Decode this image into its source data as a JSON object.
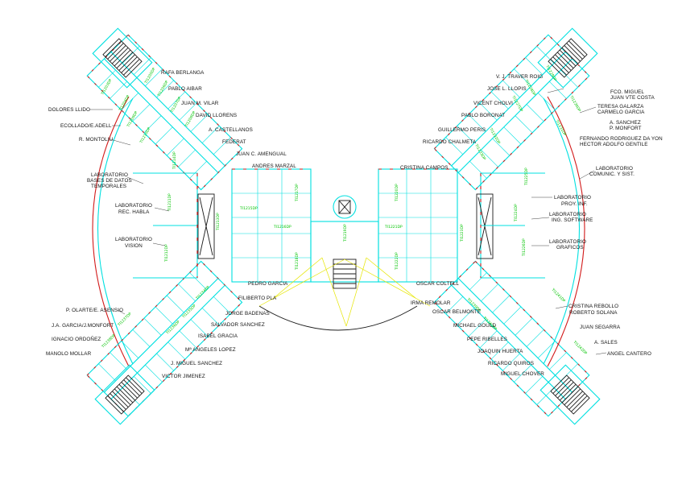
{
  "left_labels": [
    "RAFA BERLANGA",
    "PABLO AIBAR",
    "JUAN M. VILAR",
    "DAVID LLORENS",
    "A. CASTELLANOS",
    "FEDERAT",
    "JUAN C. AMENGUAL",
    "ANDRES MARZAL",
    "DOLORES LLIDO",
    "ECOLLADO/E.ADELL",
    "R. MONTOLIU",
    "LABORATORIO",
    "BASES DE DATOS",
    "TEMPORALES",
    "LABORATORIO",
    "REC. HABLA",
    "LABORATORIO",
    "VISION",
    "PEDRO GARCIA",
    "FILIBERTO PLA",
    "JORGE BADENAS",
    "SALVADOR SANCHEZ",
    "ISABEL GRACIA",
    "Mª ANGELES LOPEZ",
    "J. MIGUEL SANCHEZ",
    "VICTOR JIMENEZ",
    "P. OLARTE/E. ASENSIO",
    "J.A. GARCIA/J.MONFORT",
    "IGNACIO ORDOÑEZ",
    "MANOLO MOLLAR"
  ],
  "right_labels": [
    "V. J. TRAVER ROIG",
    "JOSE L. LLOPIS",
    "VICENT CHOLVI",
    "PABLO BORONAT",
    "GUILLERMO PERIS",
    "RICARDO CHALMETA",
    "CRISTINA CAMPOS",
    "FCO. MIGUEL",
    "JUAN VTE COSTA",
    "TERESA GALARZA",
    "CARMELO GARCIA",
    "A. SANCHEZ",
    "P. MONFORT",
    "FERNANDO RODRIGUEZ DA YON",
    "HECTOR ADOLFO GENTILE",
    "LABORATORIO",
    "COMUNIC. Y SIST.",
    "LABORATORIO",
    "PROY. INF.",
    "LABORATORIO",
    "ING. SOFTWARE",
    "LABORATORIO",
    "GRAFICOS",
    "OSCAR COLTELL",
    "IRMA REMOLAR",
    "OSCAR BELMONTE",
    "MICHAEL GOULD",
    "PEPE RIBELLES",
    "JOAQUIN HUERTA",
    "RICARDO QUIROS",
    "MIGUEL CHOVER",
    "CRISTINA REBOLLO",
    "ROBERTO SOLANA",
    "JUAN SEGARRA",
    "A. SALES",
    "ANGEL CANTERO"
  ],
  "room_codes": [
    "TI1203DP",
    "TI1204DP",
    "TI1205DP",
    "TI1206DP",
    "TI1207DP",
    "TI1208DP",
    "TI1209DP",
    "TI1210DP",
    "TI1211DP",
    "TI1212DP",
    "TI1213DP",
    "TI1214DP",
    "TI1215DP",
    "TI1216DP",
    "TI1217DP",
    "TI1218DP",
    "TI1219DP",
    "TI1220DP",
    "TI1221DP",
    "TI1222DP",
    "TI1223DP",
    "TI1224DP",
    "TI1225DP",
    "TI1226DP",
    "TI1227DP",
    "TI1228DP",
    "TI1229DP",
    "TI1230DP",
    "TI1231DP",
    "TI1232DP",
    "TI1233DP",
    "TI1234DP",
    "TI1235DP",
    "TI1236DP",
    "TI1237DP",
    "TI1238DP",
    "TI1239DP",
    "TI1240DP",
    "TI1241DP",
    "TI1242DP"
  ],
  "colors": {
    "wall": "#00e0e0",
    "door": "#d21a1a",
    "room_code": "#00c400",
    "label": "#111111",
    "stair_lines": "#e6e600"
  }
}
